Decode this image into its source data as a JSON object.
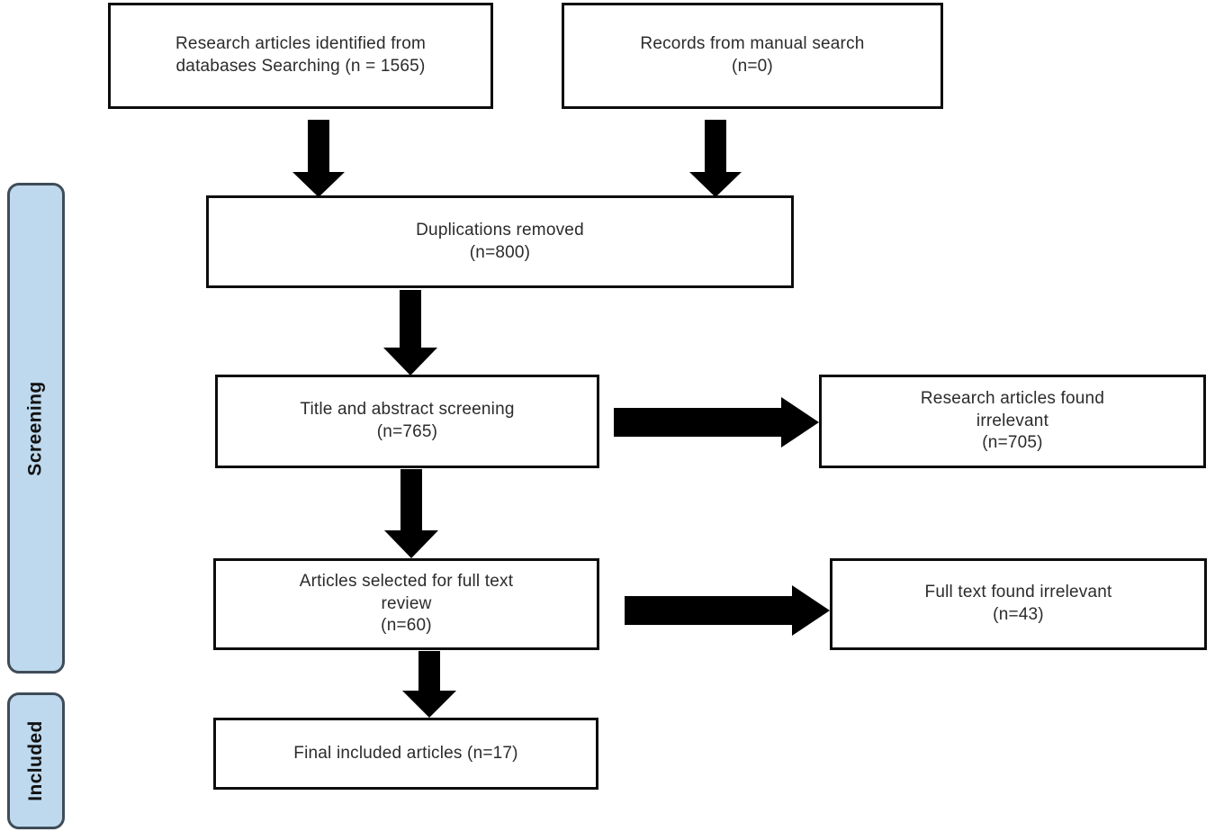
{
  "diagram": {
    "type": "prisma-flow-diagram",
    "background_color": "#ffffff",
    "box_border_color": "#0d0d0d",
    "stage_fill_color": "#bed9ee",
    "stage_border_color": "#3f4c58",
    "arrow_color": "#000000"
  },
  "stages": [
    {
      "label": "Screening"
    },
    {
      "label": "Included"
    }
  ],
  "boxes": {
    "identification_databases": {
      "text": "Research articles identified from\ndatabases Searching (n = 1565)",
      "count": 1565
    },
    "identification_manual": {
      "text": "Records from manual search\n(n=0)",
      "count": 0
    },
    "duplications_removed": {
      "text": "Duplications removed\n(n=800)",
      "count": 800
    },
    "title_abstract_screening": {
      "text": "Title and abstract screening\n(n=765)",
      "count": 765
    },
    "articles_irrelevant": {
      "text": "Research articles found\nirrelevant\n(n=705)",
      "count": 705
    },
    "full_text_review": {
      "text": "Articles selected for full text\nreview\n(n=60)",
      "count": 60
    },
    "full_text_irrelevant": {
      "text": "Full text found irrelevant\n(n=43)",
      "count": 43
    },
    "final_included": {
      "text": "Final included articles (n=17)",
      "count": 17
    }
  },
  "arrows": [
    {
      "name": "arrow-databases-to-duplications",
      "direction": "down"
    },
    {
      "name": "arrow-manual-to-duplications",
      "direction": "down"
    },
    {
      "name": "arrow-duplications-to-screening",
      "direction": "down"
    },
    {
      "name": "arrow-screening-to-irrelevant",
      "direction": "right"
    },
    {
      "name": "arrow-screening-to-fulltext",
      "direction": "down"
    },
    {
      "name": "arrow-fulltext-to-irrelevant",
      "direction": "right"
    },
    {
      "name": "arrow-fulltext-to-final",
      "direction": "down"
    }
  ]
}
